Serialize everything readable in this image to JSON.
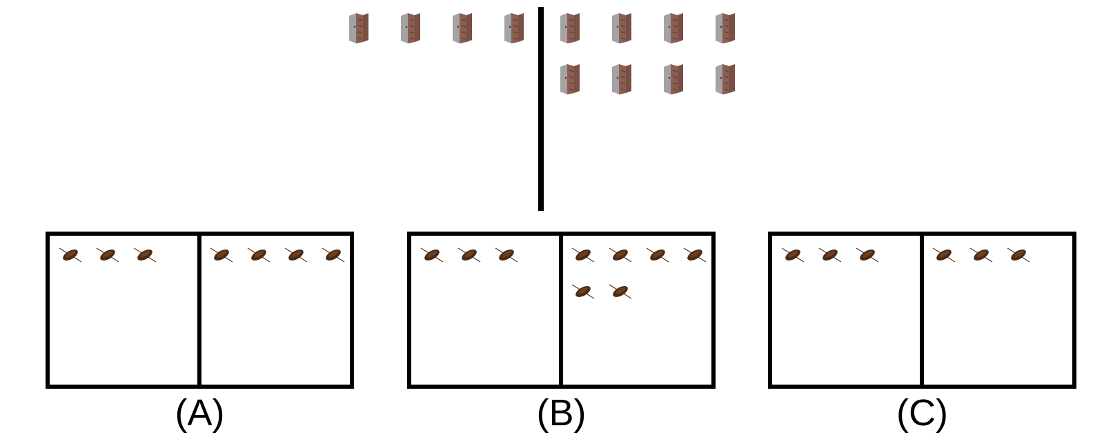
{
  "top_panel": {
    "left_group": {
      "item_icon": "cabinet-icon",
      "count": 4
    },
    "right_group": {
      "item_icon": "cabinet-icon",
      "count": 8
    }
  },
  "options": [
    {
      "label": "(A)",
      "item_icon": "rowboat-icon",
      "left_count": 3,
      "right_count": 4
    },
    {
      "label": "(B)",
      "item_icon": "rowboat-icon",
      "left_count": 3,
      "right_count": 6
    },
    {
      "label": "(C)",
      "item_icon": "rowboat-icon",
      "left_count": 3,
      "right_count": 3
    }
  ],
  "colors": {
    "stroke": "#000000",
    "cabinet_body": "#8a5e52",
    "cabinet_front": "#9c9c9c",
    "boat_hull": "#4a2a12"
  }
}
